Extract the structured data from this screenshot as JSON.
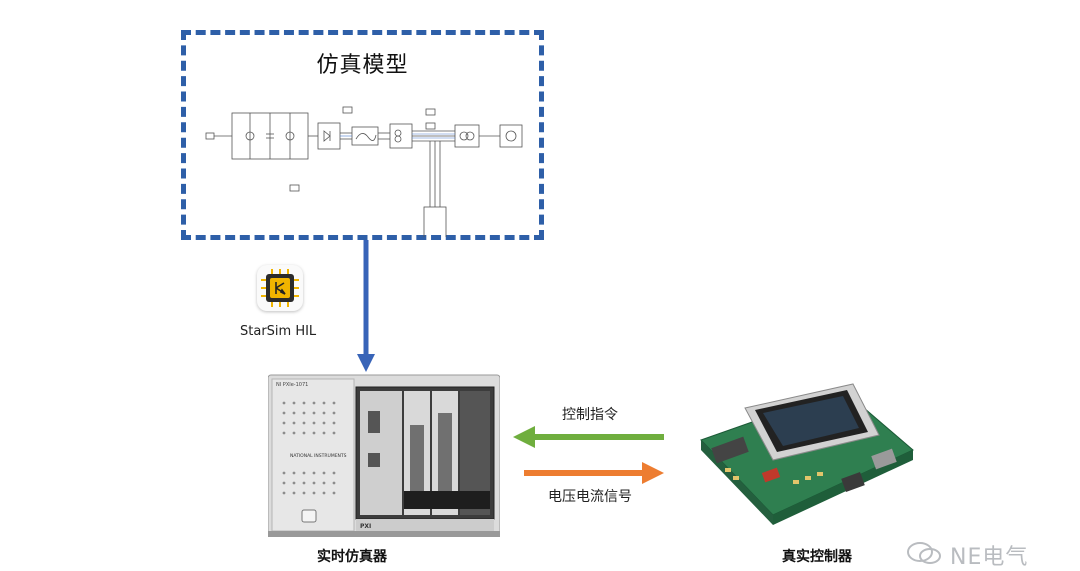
{
  "model": {
    "title": "仿真模型"
  },
  "software": {
    "name": "StarSim HIL"
  },
  "signals": {
    "control_label": "控制指令",
    "feedback_label": "电压电流信号",
    "control_color": "#6fae3e",
    "feedback_color": "#ed7d31"
  },
  "devices": {
    "simulator_caption": "实时仿真器",
    "controller_caption": "真实控制器",
    "pxi_model_text": "NI PXIe-1071",
    "pxi_brand_text": "NATIONAL INSTRUMENTS",
    "pxi_bus_text": "PXI"
  },
  "watermark": {
    "text": "NE电气"
  },
  "colors": {
    "dash_border": "#2e5fa8",
    "down_arrow": "#3864b8"
  }
}
